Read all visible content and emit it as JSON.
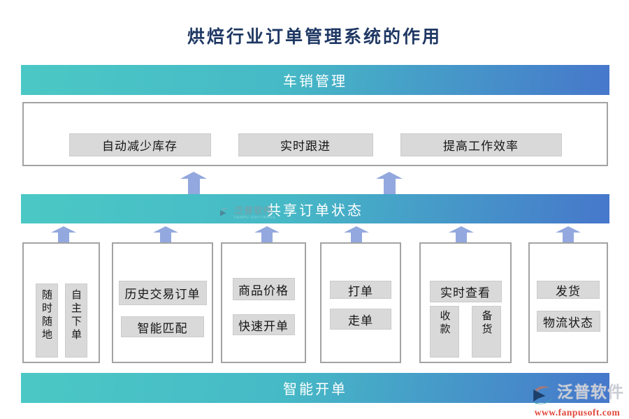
{
  "page": {
    "title": "烘焙行业订单管理系统的作用"
  },
  "banners": {
    "top": "车销管理",
    "middle": "共享订单状态",
    "bottom": "智能开单"
  },
  "top_box": {
    "items": [
      "自动减少库存",
      "实时跟进",
      "提高工作效率"
    ]
  },
  "groups": [
    {
      "items": [
        "随时随地",
        "自主下单"
      ]
    },
    {
      "items": [
        "历史交易订单",
        "智能匹配"
      ]
    },
    {
      "items": [
        "商品价格",
        "快速开单"
      ]
    },
    {
      "items": [
        "打单",
        "走单"
      ]
    },
    {
      "items": [
        "实时查看",
        "收款",
        "备货"
      ]
    },
    {
      "items": [
        "发货",
        "物流状态"
      ]
    }
  ],
  "watermark_center": {
    "brand": "泛普软件",
    "subtext": "FANPU SOFTWARE"
  },
  "watermark_bottom": {
    "brand": "泛普软件",
    "url": "www.fanpusoft.com"
  },
  "colors": {
    "gradient_start": "#4bc8c5",
    "gradient_end": "#4677cb",
    "arrow": "#92a8de",
    "title_text": "#1f3864",
    "item_bg": "#d9d9d9",
    "box_border": "#a3a3a3",
    "url_text": "#e2473a"
  }
}
